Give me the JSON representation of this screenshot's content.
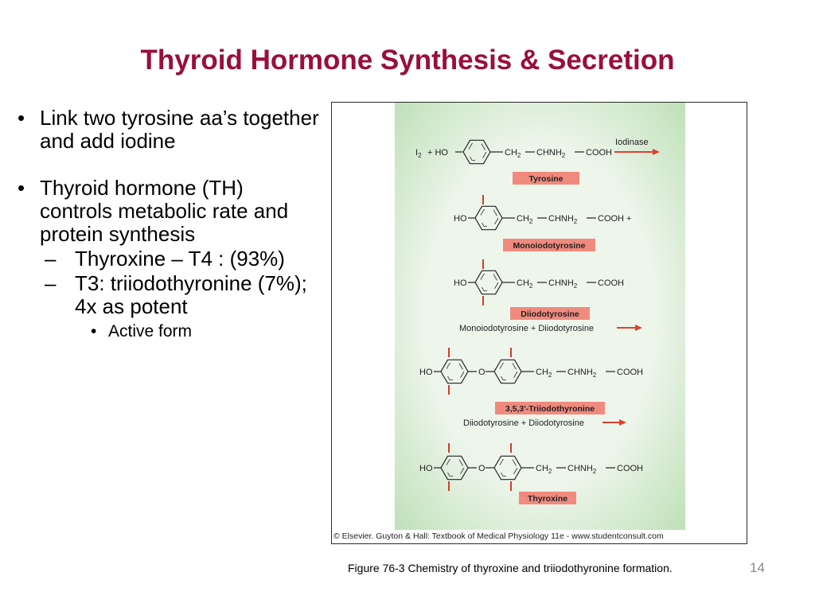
{
  "slide": {
    "title": "Thyroid Hormone Synthesis & Secretion",
    "bullets": [
      "Link two tyrosine aa’s together and add iodine",
      "Thyroid hormone (TH) controls metabolic rate and protein synthesis"
    ],
    "sub_bullets": [
      "Thyroxine – T4 : (93%)",
      "T3: triiodothyronine (7%); 4x as potent"
    ],
    "sub_sub_bullets": [
      "Active form"
    ],
    "caption": "Figure 76-3 Chemistry of thyroxine and triiodothyronine formation.",
    "slide_number": "14"
  },
  "figure": {
    "credit": "© Elsevier. Guyton & Hall: Textbook of Medical Physiology 11e - www.studentconsult.com",
    "enzyme": "Iodinase",
    "iodine_reactant": "I2 + HO",
    "labels": {
      "tyrosine": "Tyrosine",
      "monoiodotyrosine": "Monoiodotyrosine",
      "diiodotyrosine": "Diiodotyrosine",
      "triiodothyronine": "3,5,3'-Triiodothyronine",
      "thyroxine": "Thyroxine"
    },
    "reactions": {
      "mit_plus_dit": "Monoiodotyrosine + Diiodotyrosine",
      "dit_plus_dit": "Diiodotyrosine + Diiodotyrosine"
    },
    "groups": {
      "ho": "HO",
      "o": "O",
      "i": "I",
      "ch2": "CH",
      "sub2": "2",
      "chnh": "CHNH",
      "cooh": "COOH",
      "cooh_plus": "COOH +",
      "plus": "+"
    },
    "colors": {
      "label_box": "#f08a7e",
      "arrow": "#e0402f",
      "iodine": "#d63a2a",
      "title": "#9a0f3a"
    }
  }
}
